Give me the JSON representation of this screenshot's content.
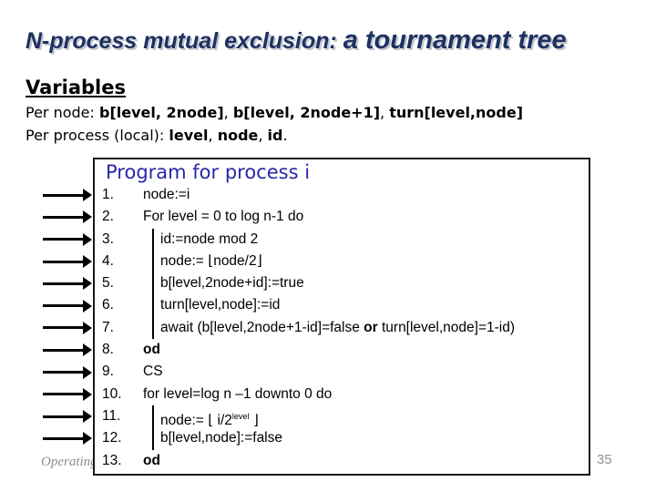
{
  "title": {
    "part1": "N-process mutual exclusion: ",
    "part2": "a tournament tree"
  },
  "variables": {
    "heading": "Variables",
    "per_node": [
      {
        "t": "Per node: "
      },
      {
        "t": "b[level, 2node]",
        "b": true
      },
      {
        "t": ", "
      },
      {
        "t": "b[level, 2node+1]",
        "b": true
      },
      {
        "t": ", "
      },
      {
        "t": "turn[level,node]",
        "b": true
      }
    ],
    "per_process": [
      {
        "t": "Per process (local): "
      },
      {
        "t": "level",
        "b": true
      },
      {
        "t": ", "
      },
      {
        "t": "node",
        "b": true
      },
      {
        "t": ", "
      },
      {
        "t": "id",
        "b": true
      },
      {
        "t": "."
      }
    ]
  },
  "program": {
    "title": "Program for process i",
    "lines": [
      {
        "num": "1.",
        "indent": 0,
        "arrow": true,
        "segs": [
          {
            "t": "node:=i"
          }
        ]
      },
      {
        "num": "2.",
        "indent": 0,
        "arrow": true,
        "segs": [
          {
            "t": "For level = 0 to log n-1 do"
          }
        ]
      },
      {
        "num": "3.",
        "indent": 1,
        "arrow": true,
        "segs": [
          {
            "t": "id:=node mod 2"
          }
        ]
      },
      {
        "num": "4.",
        "indent": 1,
        "arrow": true,
        "segs": [
          {
            "t": "node:= ⌊node/2⌋"
          }
        ]
      },
      {
        "num": "5.",
        "indent": 1,
        "arrow": true,
        "segs": [
          {
            "t": "b[level,2node+id]:=true"
          }
        ]
      },
      {
        "num": "6.",
        "indent": 1,
        "arrow": true,
        "segs": [
          {
            "t": "turn[level,node]:=id"
          }
        ]
      },
      {
        "num": "7.",
        "indent": 1,
        "arrow": true,
        "segs": [
          {
            "t": "await (b[level,2node+1-id]=false "
          },
          {
            "t": "or",
            "b": true
          },
          {
            "t": " turn[level,node]=1-id)"
          }
        ]
      },
      {
        "num": "8.",
        "indent": 0,
        "arrow": true,
        "segs": [
          {
            "t": "od",
            "b": true
          }
        ]
      },
      {
        "num": "9.",
        "indent": 0,
        "arrow": true,
        "segs": [
          {
            "t": "CS"
          }
        ]
      },
      {
        "num": "10.",
        "indent": 0,
        "arrow": true,
        "segs": [
          {
            "t": "for level=log n –1 downto 0 do"
          }
        ]
      },
      {
        "num": "11.",
        "indent": 1,
        "arrow": true,
        "segs": [
          {
            "t": "node:= ⌊ i/2"
          },
          {
            "t": "level",
            "sup": true
          },
          {
            "t": " ⌋"
          }
        ]
      },
      {
        "num": "12.",
        "indent": 1,
        "arrow": true,
        "segs": [
          {
            "t": "b[level,node]:=false"
          }
        ]
      },
      {
        "num": "13.",
        "indent": 0,
        "arrow": false,
        "segs": [
          {
            "t": "od",
            "b": true
          }
        ]
      }
    ]
  },
  "footer": {
    "text": "Operating"
  },
  "page_number": "35",
  "colors": {
    "title": "#1e3161",
    "title_shadow": "#c3c6cf",
    "program_title": "#2828a8",
    "text": "#000000",
    "muted": "#8f8f8f",
    "background": "#ffffff"
  }
}
